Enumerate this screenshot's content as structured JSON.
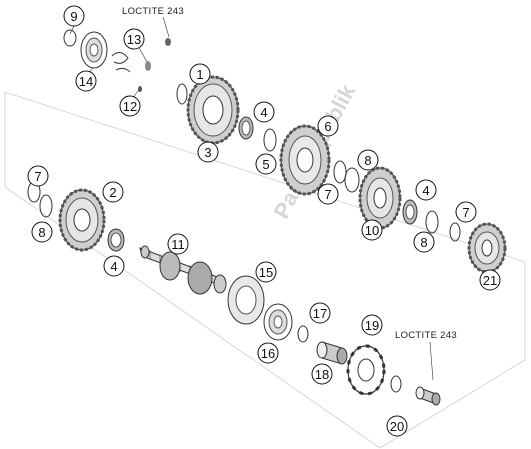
{
  "notes": [
    {
      "id": "loctite-top",
      "text": "LOCTITE 243"
    },
    {
      "id": "loctite-bottom",
      "text": "LOCTITE 243"
    }
  ],
  "watermark": "PartsRepublik",
  "callouts": [
    "9",
    "13",
    "14",
    "12",
    "1",
    "3",
    "4",
    "5",
    "6",
    "7",
    "7",
    "8",
    "2",
    "8",
    "11",
    "4",
    "7",
    "8",
    "10",
    "4",
    "8",
    "7",
    "21",
    "15",
    "16",
    "17",
    "19",
    "18",
    "20"
  ]
}
